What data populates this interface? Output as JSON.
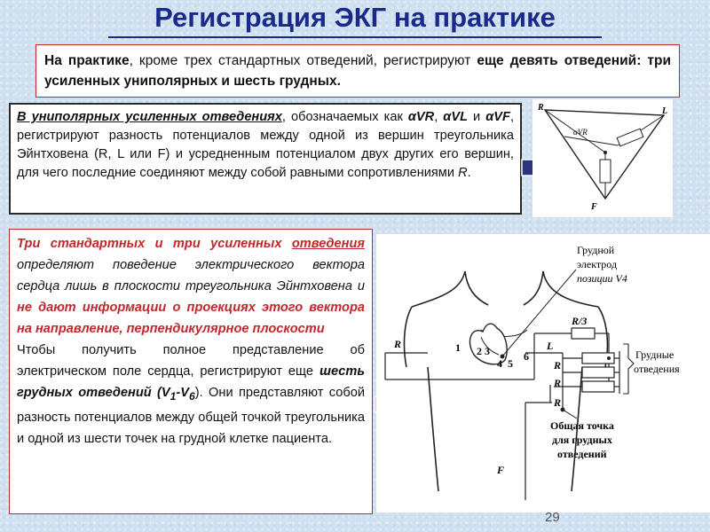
{
  "title": "Регистрация ЭКГ на практике",
  "intro": {
    "p1_bold": "На практике",
    "p1_rest": ", кроме трех стандартных отведений, регистрируют",
    "p1_bold2": "еще девять отведений: три усиленных униполярных и шесть грудных."
  },
  "unipolar": {
    "lead_in": "В униполярных усиленных отведениях",
    "t1": ", обозначаемых как ",
    "avr": "αVR",
    "t2": ", ",
    "avl": "αVL",
    "t3": " и ",
    "avf": "αVF",
    "t4": ", регистрируют разность потенциалов между одной из вершин треугольника Эйнтховена (R, L или F) и усредненным потенциалом двух других его вершин, для чего последние соединяют между собой равными сопротивлениями ",
    "r": "R",
    "t5": "."
  },
  "main": {
    "red1": "Три стандартных и три усиленных ",
    "red1u": "отведения",
    "t1": " определяют поведение электрического вектора сердца лишь в плоскости треугольника Эйнтховена и ",
    "red2": "не дают информации о проекциях этого вектора на направление, перпендикулярное плоскости",
    "p2a": "Чтобы получить полное представление об электрическом поле сердца, регистрируют еще ",
    "p2b": "шесть грудных отведений",
    "p2c": " (V",
    "sub1": "1",
    "p2d": "-V",
    "sub6": "6",
    "p2e": "). Они представляют собой разность потенциалов между общей точкой треугольника и одной из шести точек на грудной клетке пациента."
  },
  "triangle": {
    "R": "R",
    "L": "L",
    "F": "F",
    "avr": "αVR"
  },
  "chest": {
    "electrode_label": [
      "Грудной",
      "электрод",
      "позиции V4"
    ],
    "leads_label": [
      "Грудные",
      "отведения"
    ],
    "common_label": [
      "Общая точка",
      "для грудных",
      "отведений"
    ],
    "R_left": "R",
    "L": "L",
    "F": "F",
    "r3": "R/3",
    "R1": "R",
    "R2": "R",
    "R3": "R",
    "positions": [
      "1",
      "2",
      "3",
      "4",
      "5",
      "6"
    ]
  },
  "page_number": "29",
  "colors": {
    "title": "#1a2a8a",
    "accent_red": "#c0282b",
    "arrow": "#2a3580"
  }
}
